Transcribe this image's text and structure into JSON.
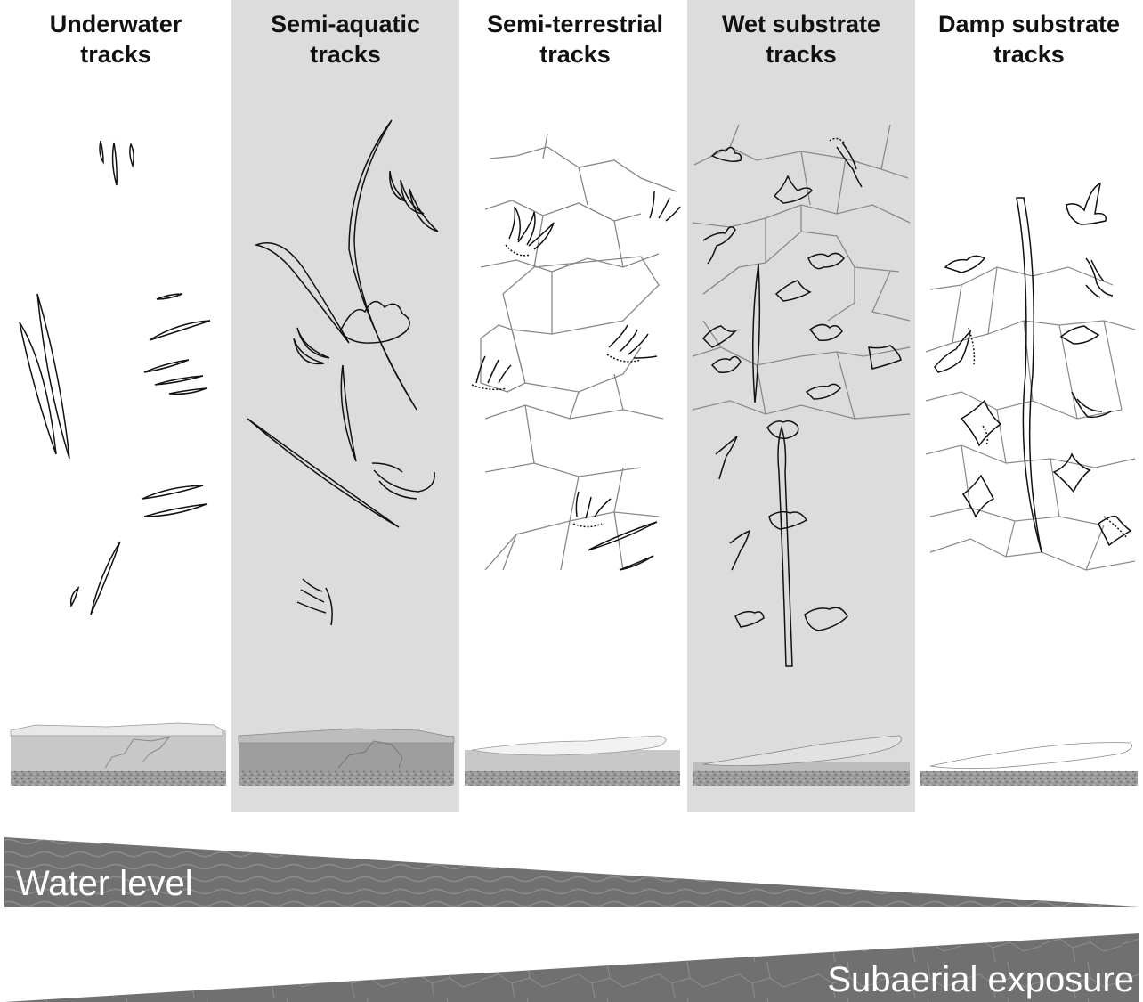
{
  "panels": [
    {
      "title_line1": "Underwater",
      "title_line2": "tracks"
    },
    {
      "title_line1": "Semi-aquatic",
      "title_line2": "tracks"
    },
    {
      "title_line1": "Semi-terrestrial",
      "title_line2": "tracks"
    },
    {
      "title_line1": "Wet substrate",
      "title_line2": "tracks"
    },
    {
      "title_line1": "Damp substrate",
      "title_line2": "tracks"
    }
  ],
  "gradients": {
    "water_level_label": "Water level",
    "subaerial_label": "Subaerial exposure"
  },
  "colors": {
    "panel_shade": "#dcdcdc",
    "wedge_fill": "#707070",
    "water": "#c8c8c8",
    "sediment": "#8a8a8a"
  }
}
